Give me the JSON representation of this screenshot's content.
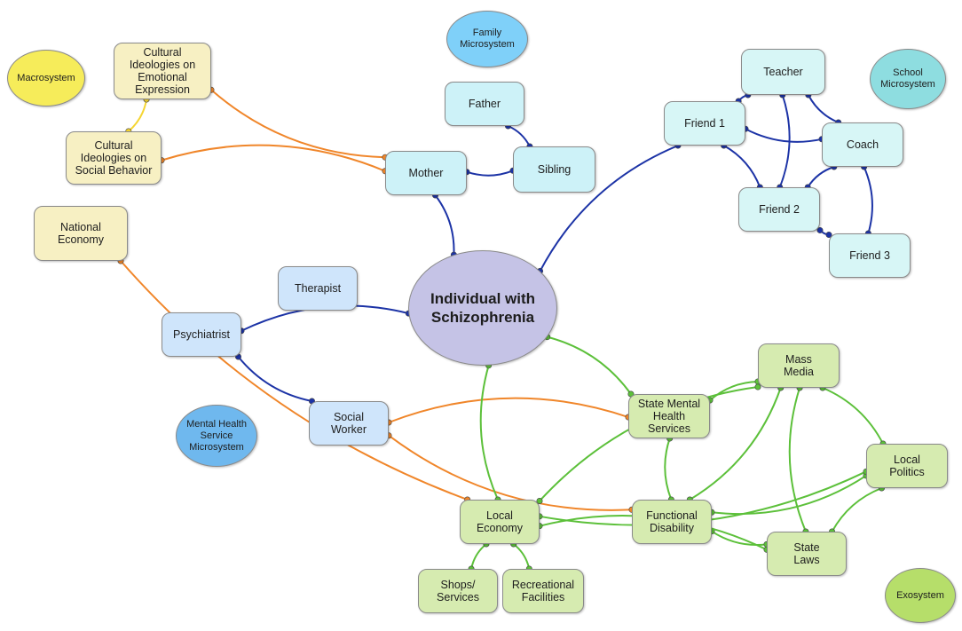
{
  "colors": {
    "family_fill": "#cdf2f8",
    "school_fill": "#d7f6f6",
    "mental_fill": "#cfe5fb",
    "exo_fill": "#d6ebb0",
    "macro_fill": "#f7f0c3",
    "central_fill": "#c5c3e6",
    "family_label_fill": "#7fd0f9",
    "school_label_fill": "#8edde0",
    "mental_label_fill": "#6fb8ee",
    "exo_label_fill": "#b6de6a",
    "macro_label_fill": "#f6ec5a",
    "edge_blue": "#1c33a6",
    "edge_orange": "#f0862a",
    "edge_green": "#5cc03a",
    "edge_yellow": "#f5d531"
  },
  "nodes": [
    {
      "id": "central",
      "label": "Individual with\nSchizophrenia",
      "kind": "central"
    },
    {
      "id": "family_micro",
      "label": "Family\nMicrosystem",
      "kind": "label-family"
    },
    {
      "id": "school_micro",
      "label": "School\nMicrosystem",
      "kind": "label-school"
    },
    {
      "id": "macro",
      "label": "Macrosystem",
      "kind": "label-macro"
    },
    {
      "id": "mental_micro",
      "label": "Mental Health\nService\nMicrosystem",
      "kind": "label-mental"
    },
    {
      "id": "exo",
      "label": "Exosystem",
      "kind": "label-exo"
    },
    {
      "id": "father",
      "label": "Father",
      "kind": "family"
    },
    {
      "id": "mother",
      "label": "Mother",
      "kind": "family"
    },
    {
      "id": "sibling",
      "label": "Sibling",
      "kind": "family"
    },
    {
      "id": "teacher",
      "label": "Teacher",
      "kind": "school"
    },
    {
      "id": "friend1",
      "label": "Friend 1",
      "kind": "school"
    },
    {
      "id": "coach",
      "label": "Coach",
      "kind": "school"
    },
    {
      "id": "friend2",
      "label": "Friend 2",
      "kind": "school"
    },
    {
      "id": "friend3",
      "label": "Friend 3",
      "kind": "school"
    },
    {
      "id": "cult_emo",
      "label": "Cultural\nIdeologies on\nEmotional\nExpression",
      "kind": "macro"
    },
    {
      "id": "cult_soc",
      "label": "Cultural\nIdeologies on\nSocial Behavior",
      "kind": "macro"
    },
    {
      "id": "nat_econ",
      "label": "National\nEconomy",
      "kind": "macro"
    },
    {
      "id": "therapist",
      "label": "Therapist",
      "kind": "mental"
    },
    {
      "id": "psychiatrist",
      "label": "Psychiatrist",
      "kind": "mental"
    },
    {
      "id": "social_worker",
      "label": "Social\nWorker",
      "kind": "mental"
    },
    {
      "id": "state_mh",
      "label": "State Mental\nHealth\nServices",
      "kind": "exo"
    },
    {
      "id": "mass_media",
      "label": "Mass\nMedia",
      "kind": "exo"
    },
    {
      "id": "local_politics",
      "label": "Local\nPolitics",
      "kind": "exo"
    },
    {
      "id": "func_dis",
      "label": "Functional\nDisability",
      "kind": "exo"
    },
    {
      "id": "state_laws",
      "label": "State\nLaws",
      "kind": "exo"
    },
    {
      "id": "local_econ",
      "label": "Local\nEconomy",
      "kind": "exo"
    },
    {
      "id": "shops",
      "label": "Shops/\nServices",
      "kind": "exo"
    },
    {
      "id": "recreational",
      "label": "Recreational\nFacilities",
      "kind": "exo"
    }
  ],
  "edges": [
    {
      "from": "mother",
      "to": "central",
      "color": "blue"
    },
    {
      "from": "mother",
      "to": "sibling",
      "color": "blue"
    },
    {
      "from": "father",
      "to": "sibling",
      "color": "blue"
    },
    {
      "from": "friend1",
      "to": "central",
      "color": "blue"
    },
    {
      "from": "friend1",
      "to": "teacher",
      "color": "blue"
    },
    {
      "from": "friend1",
      "to": "coach",
      "color": "blue"
    },
    {
      "from": "friend1",
      "to": "friend2",
      "color": "blue"
    },
    {
      "from": "teacher",
      "to": "coach",
      "color": "blue"
    },
    {
      "from": "teacher",
      "to": "friend2",
      "color": "blue"
    },
    {
      "from": "coach",
      "to": "friend2",
      "color": "blue"
    },
    {
      "from": "coach",
      "to": "friend3",
      "color": "blue"
    },
    {
      "from": "friend2",
      "to": "friend3",
      "color": "blue"
    },
    {
      "from": "psychiatrist",
      "to": "central",
      "color": "blue"
    },
    {
      "from": "psychiatrist",
      "to": "social_worker",
      "color": "blue"
    },
    {
      "from": "cult_emo",
      "to": "cult_soc",
      "color": "yellow"
    },
    {
      "from": "cult_emo",
      "to": "mother",
      "color": "orange"
    },
    {
      "from": "cult_soc",
      "to": "mother",
      "color": "orange"
    },
    {
      "from": "nat_econ",
      "to": "local_econ",
      "color": "orange"
    },
    {
      "from": "social_worker",
      "to": "state_mh",
      "color": "orange"
    },
    {
      "from": "social_worker",
      "to": "func_dis",
      "color": "orange"
    },
    {
      "from": "central",
      "to": "state_mh",
      "color": "green"
    },
    {
      "from": "central",
      "to": "local_econ",
      "color": "green"
    },
    {
      "from": "state_mh",
      "to": "mass_media",
      "color": "green"
    },
    {
      "from": "state_mh",
      "to": "func_dis",
      "color": "green"
    },
    {
      "from": "mass_media",
      "to": "local_politics",
      "color": "green"
    },
    {
      "from": "mass_media",
      "to": "local_econ",
      "color": "green"
    },
    {
      "from": "mass_media",
      "to": "func_dis",
      "color": "green"
    },
    {
      "from": "mass_media",
      "to": "state_laws",
      "color": "green"
    },
    {
      "from": "local_politics",
      "to": "func_dis",
      "color": "green"
    },
    {
      "from": "local_politics",
      "to": "state_laws",
      "color": "green"
    },
    {
      "from": "local_politics",
      "to": "local_econ",
      "color": "green"
    },
    {
      "from": "func_dis",
      "to": "state_laws",
      "color": "green"
    },
    {
      "from": "local_econ",
      "to": "state_laws",
      "color": "green"
    },
    {
      "from": "local_econ",
      "to": "shops",
      "color": "green"
    },
    {
      "from": "local_econ",
      "to": "recreational",
      "color": "green"
    }
  ]
}
